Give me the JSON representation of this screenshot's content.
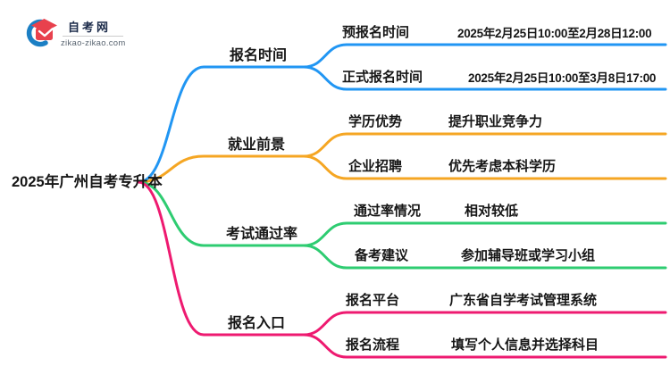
{
  "logo": {
    "title": "自考网",
    "domain": "zikao-zikao.com",
    "icon_blue": "#1b7fc4",
    "icon_red": "#e8414d",
    "icon_chevron": "#ffffff"
  },
  "root": {
    "label": "2025年广州自考专升本"
  },
  "branches": [
    {
      "label": "报名时间",
      "color": "#2196f3",
      "children": [
        {
          "key": "预报名时间",
          "value": "2025年2月25日10:00至2月28日12:00"
        },
        {
          "key": "正式报名时间",
          "value": "2025年2月25日10:00至3月8日17:00"
        }
      ]
    },
    {
      "label": "就业前景",
      "color": "#f5a623",
      "children": [
        {
          "key": "学历优势",
          "value": "提升职业竞争力"
        },
        {
          "key": "企业招聘",
          "value": "优先考虑本科学历"
        }
      ]
    },
    {
      "label": "考试通过率",
      "color": "#2ecc71",
      "children": [
        {
          "key": "通过率情况",
          "value": "相对较低"
        },
        {
          "key": "备考建议",
          "value": "参加辅导班或学习小组"
        }
      ]
    },
    {
      "label": "报名入口",
      "color": "#ee1a70",
      "children": [
        {
          "key": "报名平台",
          "value": "广东省自学考试管理系统"
        },
        {
          "key": "报名流程",
          "value": "填写个人信息并选择科目"
        }
      ]
    }
  ]
}
